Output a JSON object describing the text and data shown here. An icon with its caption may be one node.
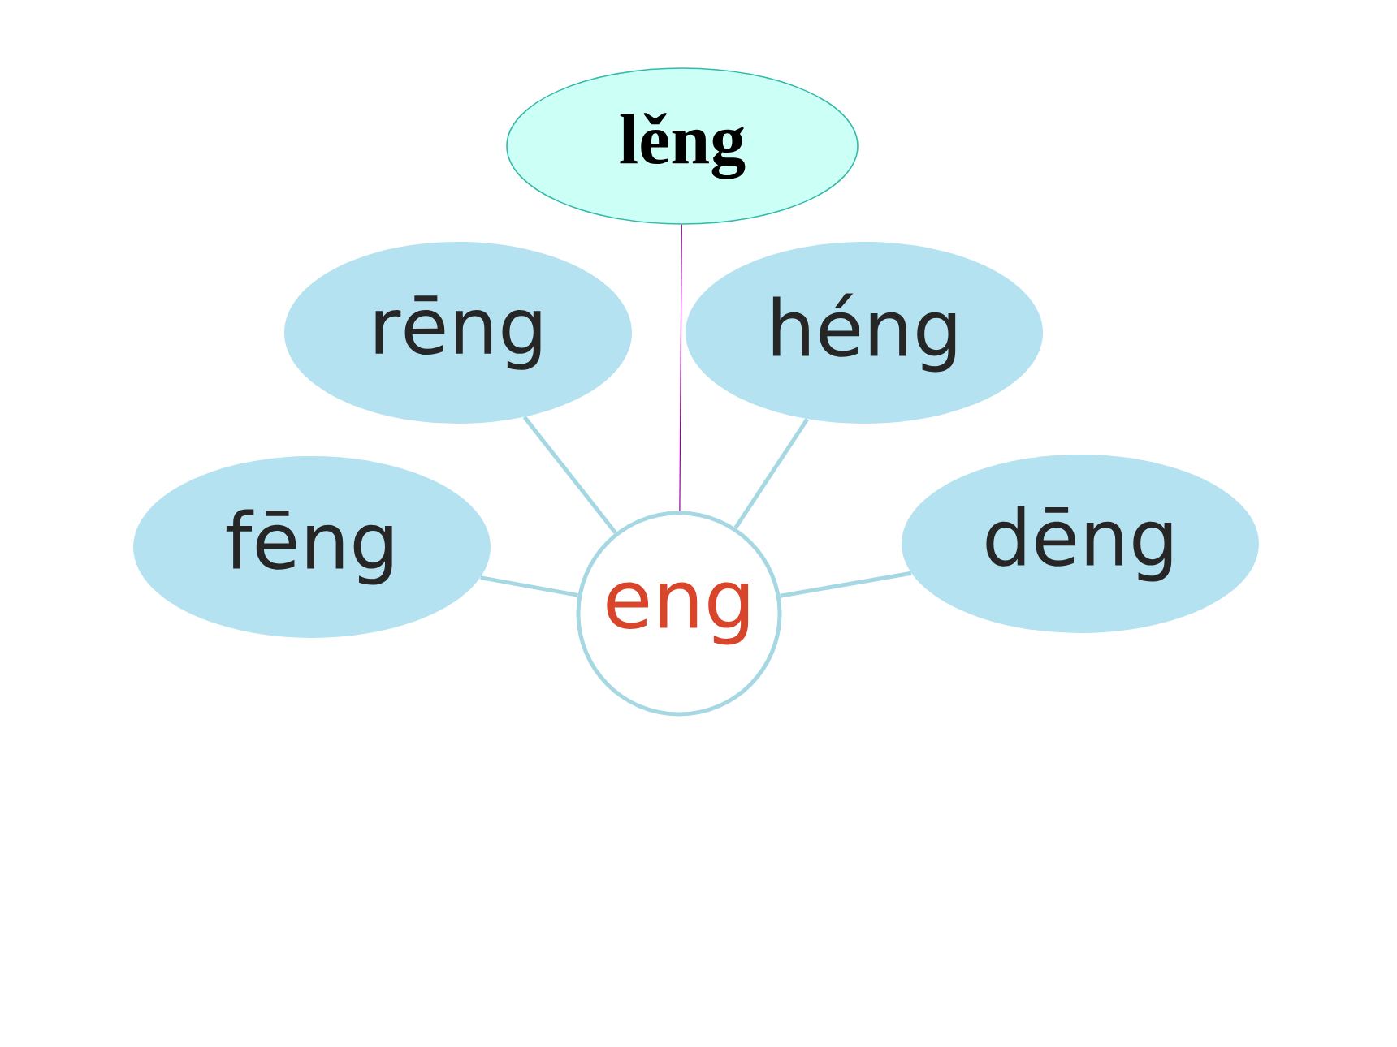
{
  "diagram": {
    "nodes": [
      {
        "text": [
          "eng"
        ]
      },
      {
        "text": [
          "lěng"
        ]
      },
      {
        "text": [
          "rēng"
        ]
      },
      {
        "text": [
          "héng"
        ]
      },
      {
        "text": [
          "fēng"
        ]
      },
      {
        "text": [
          "dēng"
        ]
      }
    ],
    "edges": [
      {
        "from": 0,
        "to": 1,
        "arrow": "none",
        "color": "#990099"
      },
      {
        "from": 0,
        "to": 2,
        "arrow": "none"
      },
      {
        "from": 0,
        "to": 3,
        "arrow": "none"
      },
      {
        "from": 0,
        "to": 4,
        "arrow": "none"
      },
      {
        "from": 0,
        "to": 5,
        "arrow": "none"
      }
    ]
  }
}
